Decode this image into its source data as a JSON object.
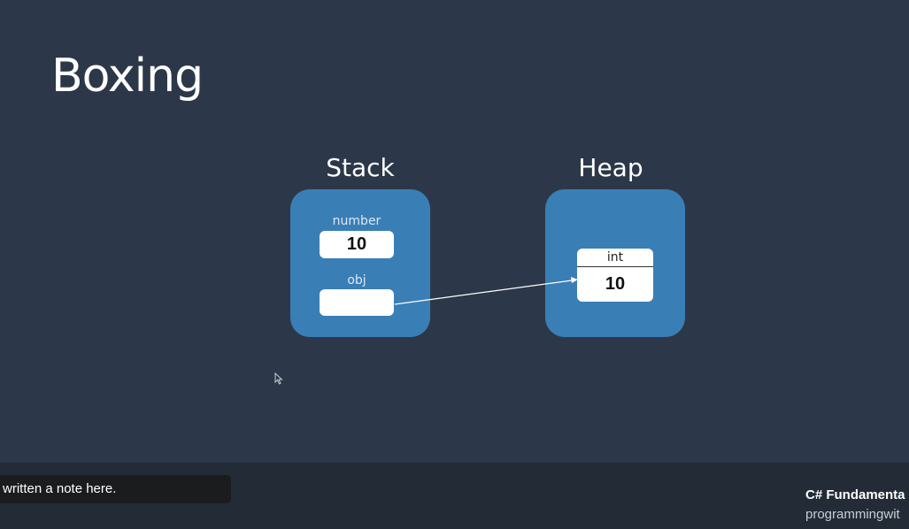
{
  "slide": {
    "title": "Boxing"
  },
  "stack": {
    "label": "Stack",
    "variables": [
      {
        "name": "number",
        "value": "10"
      },
      {
        "name": "obj",
        "value": ""
      }
    ]
  },
  "heap": {
    "label": "Heap",
    "object": {
      "type": "int",
      "value": "10"
    }
  },
  "note": {
    "text": "written a note here."
  },
  "course": {
    "title": "C# Fundamenta",
    "site": "programmingwit"
  },
  "colors": {
    "background": "#2c3849",
    "panel": "#3a7eb6",
    "box": "#ffffff",
    "arrow": "#ffffff"
  }
}
